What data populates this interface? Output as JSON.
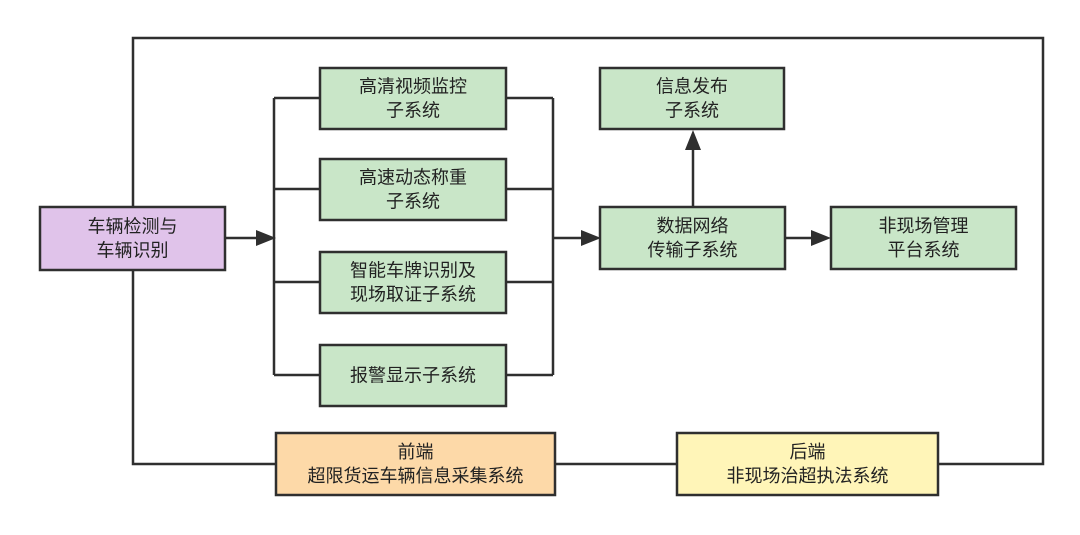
{
  "colors": {
    "purple": "#e0c3ea",
    "green": "#c9e6c8",
    "orange": "#fdd9a8",
    "yellow": "#fff5b8",
    "stroke": "#2f2f2f"
  },
  "nodes": {
    "vehicle_detection": {
      "lines": [
        "车辆检测与",
        "车辆识别"
      ]
    },
    "hd_video": {
      "lines": [
        "高清视频监控",
        "子系统"
      ]
    },
    "dynamic_weighing": {
      "lines": [
        "高速动态称重",
        "子系统"
      ]
    },
    "plate_recognition": {
      "lines": [
        "智能车牌识别及",
        "现场取证子系统"
      ]
    },
    "alarm_display": {
      "lines": [
        "报警显示子系统"
      ]
    },
    "data_network": {
      "lines": [
        "数据网络",
        "传输子系统"
      ]
    },
    "info_release": {
      "lines": [
        "信息发布",
        "子系统"
      ]
    },
    "offsite_platform": {
      "lines": [
        "非现场管理",
        "平台系统"
      ]
    },
    "front_end": {
      "lines": [
        "前端",
        "超限货运车辆信息采集系统"
      ]
    },
    "back_end": {
      "lines": [
        "后端",
        "非现场治超执法系统"
      ]
    }
  }
}
